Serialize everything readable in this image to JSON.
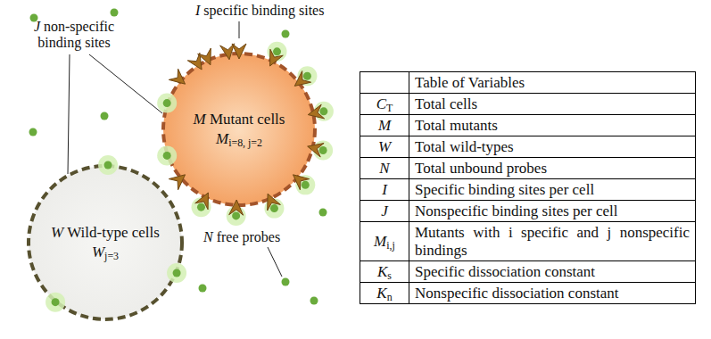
{
  "diagram": {
    "nodes": [
      {
        "text": [
          "M Mutant cells",
          "Mi=8, j=2"
        ]
      },
      {
        "text": [
          "W Wild-type cells",
          "Wj=3"
        ]
      }
    ],
    "labels": [
      "I specific binding sites",
      "J non-specific binding sites",
      "N free probes",
      "Table of Variables",
      "CT",
      "Total cells",
      "M",
      "Total mutants",
      "W",
      "Total wild-types",
      "N",
      "Total unbound probes",
      "I",
      "Specific binding sites per cell",
      "J",
      "Nonspecific binding sites per cell",
      "Mi,j",
      "Mutants with i specific and j nonspecific bindings",
      "Ks",
      "Specific dissociation constant",
      "Kn",
      "Nonspecific dissociation constant"
    ]
  }
}
